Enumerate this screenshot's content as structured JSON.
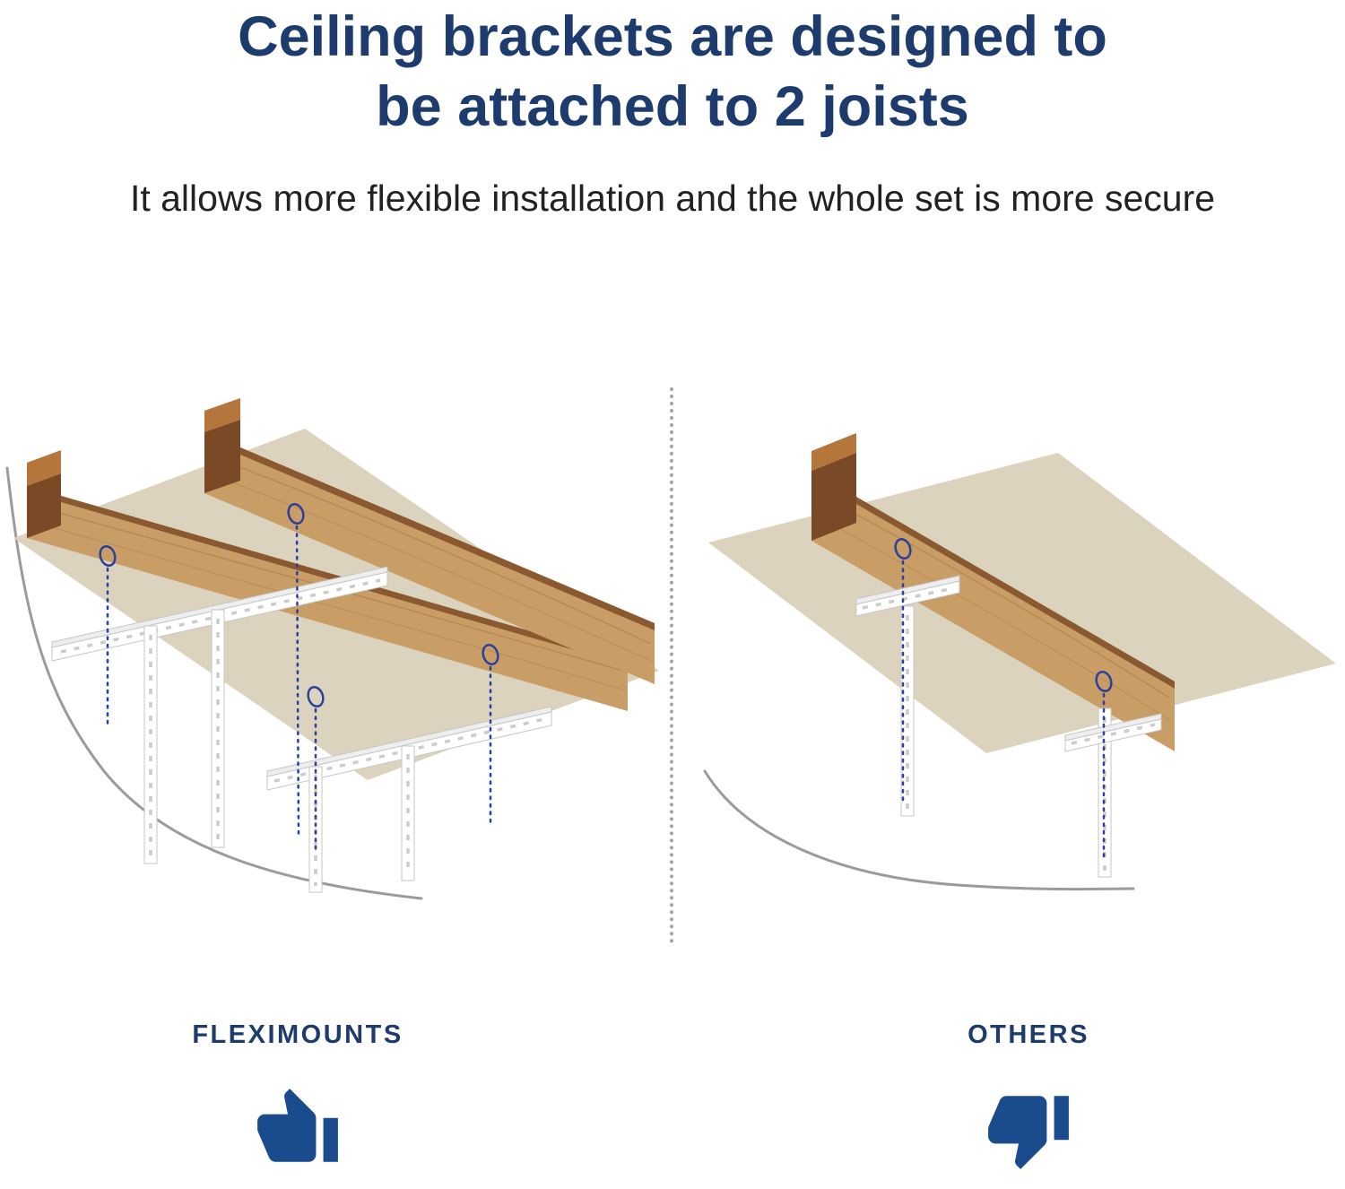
{
  "header": {
    "title_line1": "Ceiling brackets are designed to",
    "title_line2": "be attached to 2 joists",
    "subtitle": "It allows more flexible installation and the whole set is more secure"
  },
  "comparison": {
    "left": {
      "label": "FLEXIMOUNTS",
      "verdict_icon": "thumbs-up-icon"
    },
    "right": {
      "label": "OTHERS",
      "verdict_icon": "thumbs-down-icon"
    }
  },
  "colors": {
    "title_navy": "#1d3b6d",
    "icon_blue": "#1a4b8c",
    "marker_blue": "#2b3f9e",
    "ceiling_beige": "#dbd3bd",
    "wood_light": "#c99d66",
    "wood_dark": "#7a4a27",
    "bracket_white": "#ffffff",
    "cut_edge_gray": "#9b9b9b"
  }
}
